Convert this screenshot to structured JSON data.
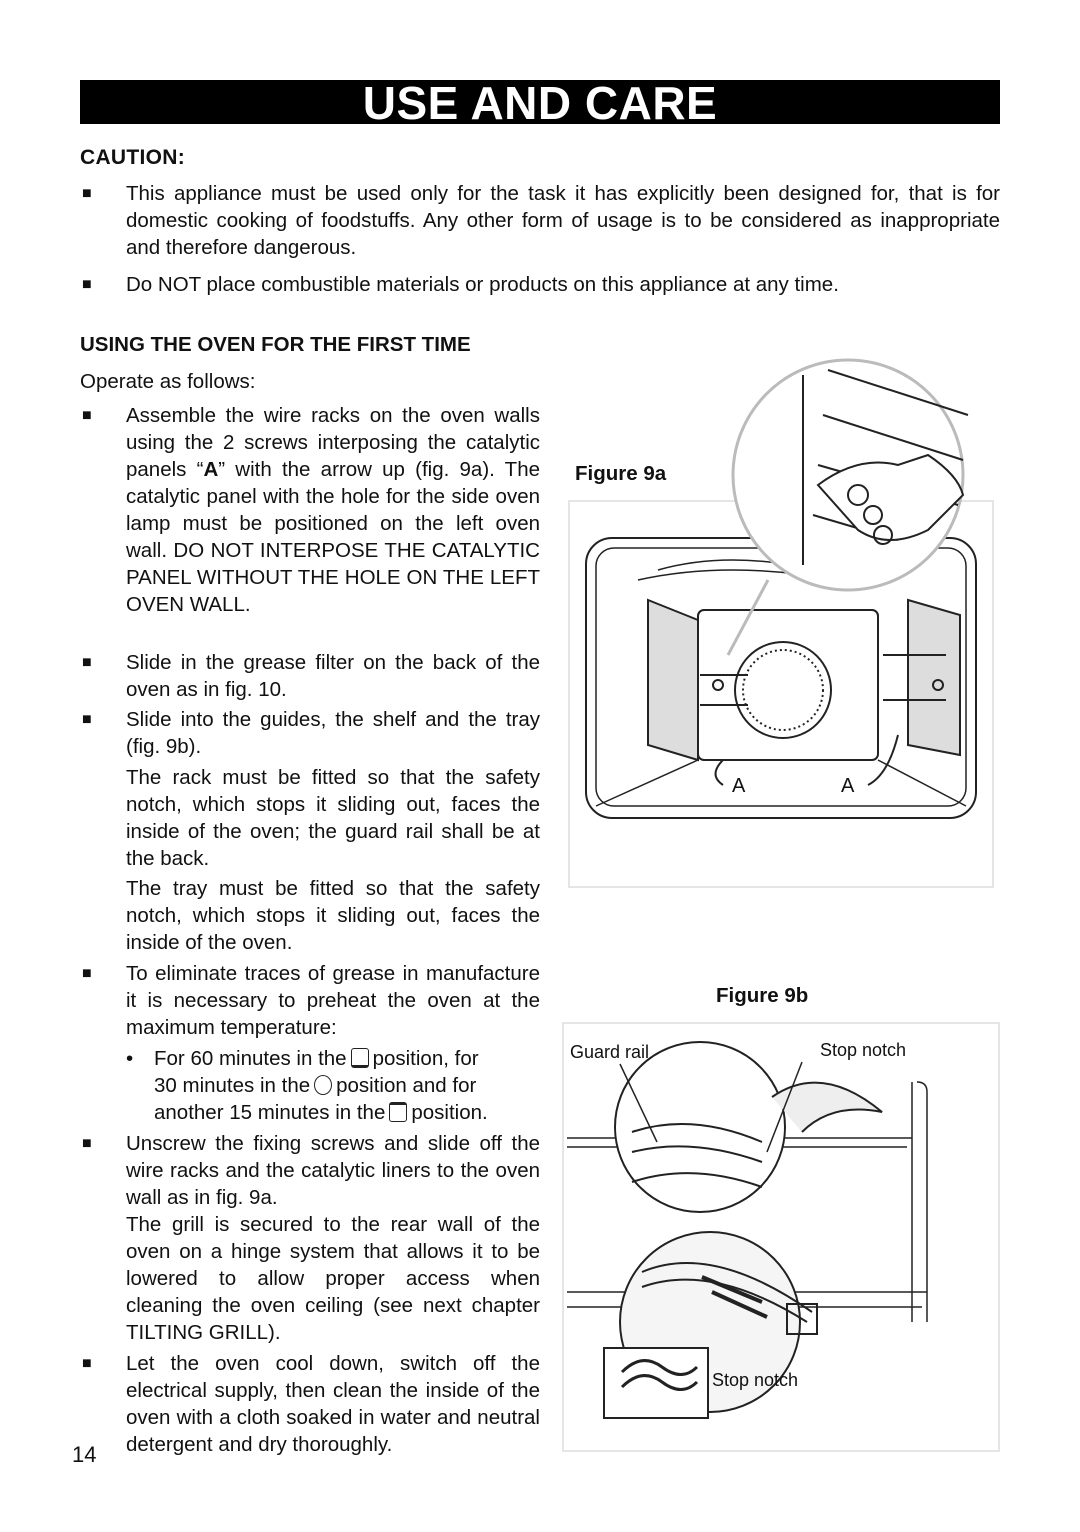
{
  "header": {
    "title": "USE AND CARE"
  },
  "caution": {
    "heading": "CAUTION:",
    "items": [
      "This appliance must be used only for the task it has explicitly been designed for, that is for domestic cooking of foodstuffs. Any other form of usage is to be considered as inappropriate and therefore dangerous.",
      "Do NOT place combustible materials or products on this appliance at any time."
    ]
  },
  "first_time": {
    "heading": "USING THE OVEN FOR THE FIRST TIME",
    "intro": "Operate as follows:",
    "item1_a": "Assemble the wire racks on the oven walls using the 2 screws interposing the catalytic panels “",
    "item1_bold": "A",
    "item1_b": "” with the arrow up (fig. 9a). The catalytic panel with the hole for the side oven lamp must be positioned on the left oven wall. DO NOT INTERPOSE THE CATALYTIC PANEL WITHOUT THE HOLE ON THE LEFT OVEN WALL.",
    "item2": "Slide in the grease filter on the back of the oven as in fig. 10.",
    "item3": "Slide into the guides, the shelf and the tray (fig. 9b).",
    "item3_p1": "The rack must be fitted so that the safety notch, which stops it sliding out, faces the inside of the oven; the guard rail shall be at the back.",
    "item3_p2": "The tray must be fitted so that the safety notch, which stops it sliding out, faces the inside of the oven.",
    "item4": "To eliminate traces of grease in manufacture it is necessary to preheat the oven at the maximum temperature:",
    "sub_1a": "For 60 minutes in the",
    "sub_1b": "position, for",
    "sub_2a": "30 minutes in the",
    "sub_2b": "position and for",
    "sub_3a": "another 15 minutes in the",
    "sub_3b": "position.",
    "item5": "Unscrew the fixing screws and slide off the wire racks and the catalytic liners to the oven wall as in fig. 9a.",
    "item5_p1": "The grill is secured to the rear wall of the oven on a hinge system that allows it to be lowered to allow proper access when cleaning the oven ceiling (see next chapter TILTING GRILL).",
    "item6": "Let the oven cool down, switch off the electrical supply, then clean the inside of the oven with a cloth soaked in water and neutral detergent and dry thoroughly."
  },
  "figure_9a": {
    "label": "Figure 9a",
    "callout_left": "A",
    "callout_right": "A"
  },
  "figure_9b": {
    "label": "Figure 9b",
    "guard_rail": "Guard rail",
    "stop_notch_top": "Stop notch",
    "stop_notch_bottom": "Stop notch"
  },
  "icons": [
    "bottom-heat-icon",
    "fan-icon",
    "grill-icon"
  ],
  "footer": {
    "page_number": "14"
  }
}
